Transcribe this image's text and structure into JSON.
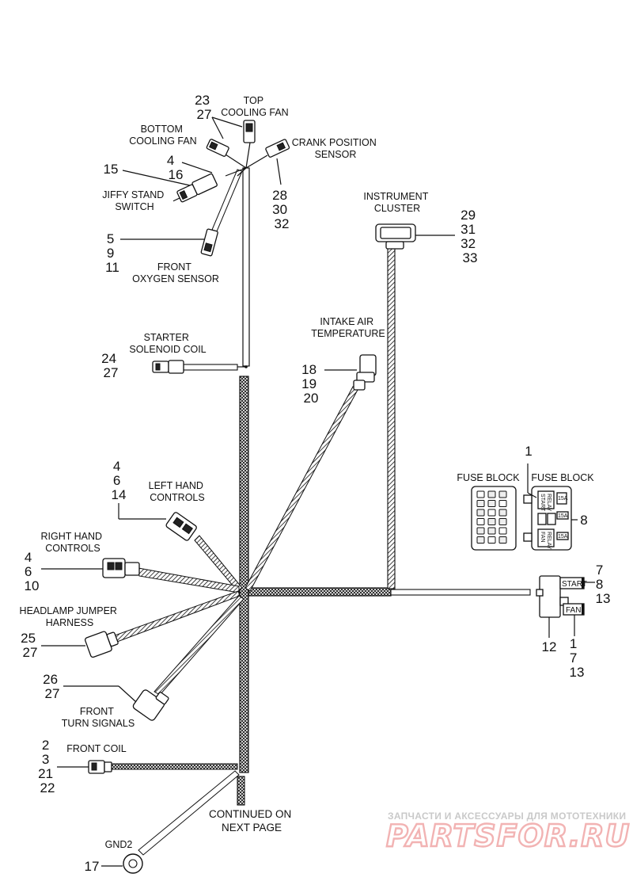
{
  "labels": {
    "top_cooling_fan": [
      "TOP",
      "COOLING FAN"
    ],
    "bottom_cooling_fan": [
      "BOTTOM",
      "COOLING FAN"
    ],
    "crank_position_sensor": [
      "CRANK POSITION",
      "SENSOR"
    ],
    "jiffy_stand_switch": [
      "JIFFY STAND",
      "SWITCH"
    ],
    "front_oxygen_sensor": [
      "FRONT",
      "OXYGEN SENSOR"
    ],
    "instrument_cluster": [
      "INSTRUMENT",
      "CLUSTER"
    ],
    "starter_solenoid_coil": [
      "STARTER",
      "SOLENOID COIL"
    ],
    "intake_air_temperature": [
      "INTAKE AIR",
      "TEMPERATURE"
    ],
    "left_hand_controls": [
      "LEFT HAND",
      "CONTROLS"
    ],
    "fuse_block_left": "FUSE BLOCK",
    "fuse_block_right": "FUSE BLOCK",
    "right_hand_controls": [
      "RIGHT HAND",
      "CONTROLS"
    ],
    "headlamp_jumper_harness": [
      "HEADLAMP JUMPER",
      "HARNESS"
    ],
    "front_turn_signals": [
      "FRONT",
      "TURN SIGNALS"
    ],
    "front_coil": "FRONT COIL",
    "continued": [
      "CONTINUED ON",
      "NEXT PAGE"
    ],
    "gnd2": "GND2"
  },
  "callouts": {
    "top_fan": [
      "23",
      "27"
    ],
    "o2_top": [
      "4",
      "16"
    ],
    "jiffy": [
      "15"
    ],
    "crank": [
      "28",
      "30",
      "32"
    ],
    "o2": [
      "5",
      "9",
      "11"
    ],
    "cluster": [
      "29",
      "31",
      "32",
      "33"
    ],
    "starter": [
      "24",
      "27"
    ],
    "iat": [
      "18",
      "19",
      "20"
    ],
    "left_hand": [
      "4",
      "6",
      "14"
    ],
    "fuse_top": [
      "1"
    ],
    "fuse_right": [
      "8"
    ],
    "right_hand": [
      "4",
      "6",
      "10"
    ],
    "relay_right": [
      "7",
      "8",
      "13"
    ],
    "headlamp": [
      "25",
      "27"
    ],
    "relay_bottom_left": [
      "12"
    ],
    "relay_bottom_right": [
      "1",
      "7",
      "13"
    ],
    "turn": [
      "26",
      "27"
    ],
    "front_coil": [
      "2",
      "3",
      "21",
      "22"
    ],
    "gnd": [
      "17"
    ]
  },
  "relay_tags": {
    "start": "START",
    "fan": "FAN",
    "start_relay": [
      "START",
      "RELAY"
    ],
    "fan_relay": [
      "FAN",
      "RELAY"
    ],
    "fuse_small_a": "15A",
    "fuse_small_b": "15A",
    "fuse_small_c": "15A"
  },
  "watermark": {
    "tagline": "ЗАПЧАСТИ И АКСЕССУАРЫ ДЛЯ МОТОТЕХНИКИ",
    "brand": "PARTSFOR.RU"
  },
  "colors": {
    "line": "#111111",
    "watermark_text": "#c9c9c9",
    "watermark_brand": "#f2b3b3"
  }
}
